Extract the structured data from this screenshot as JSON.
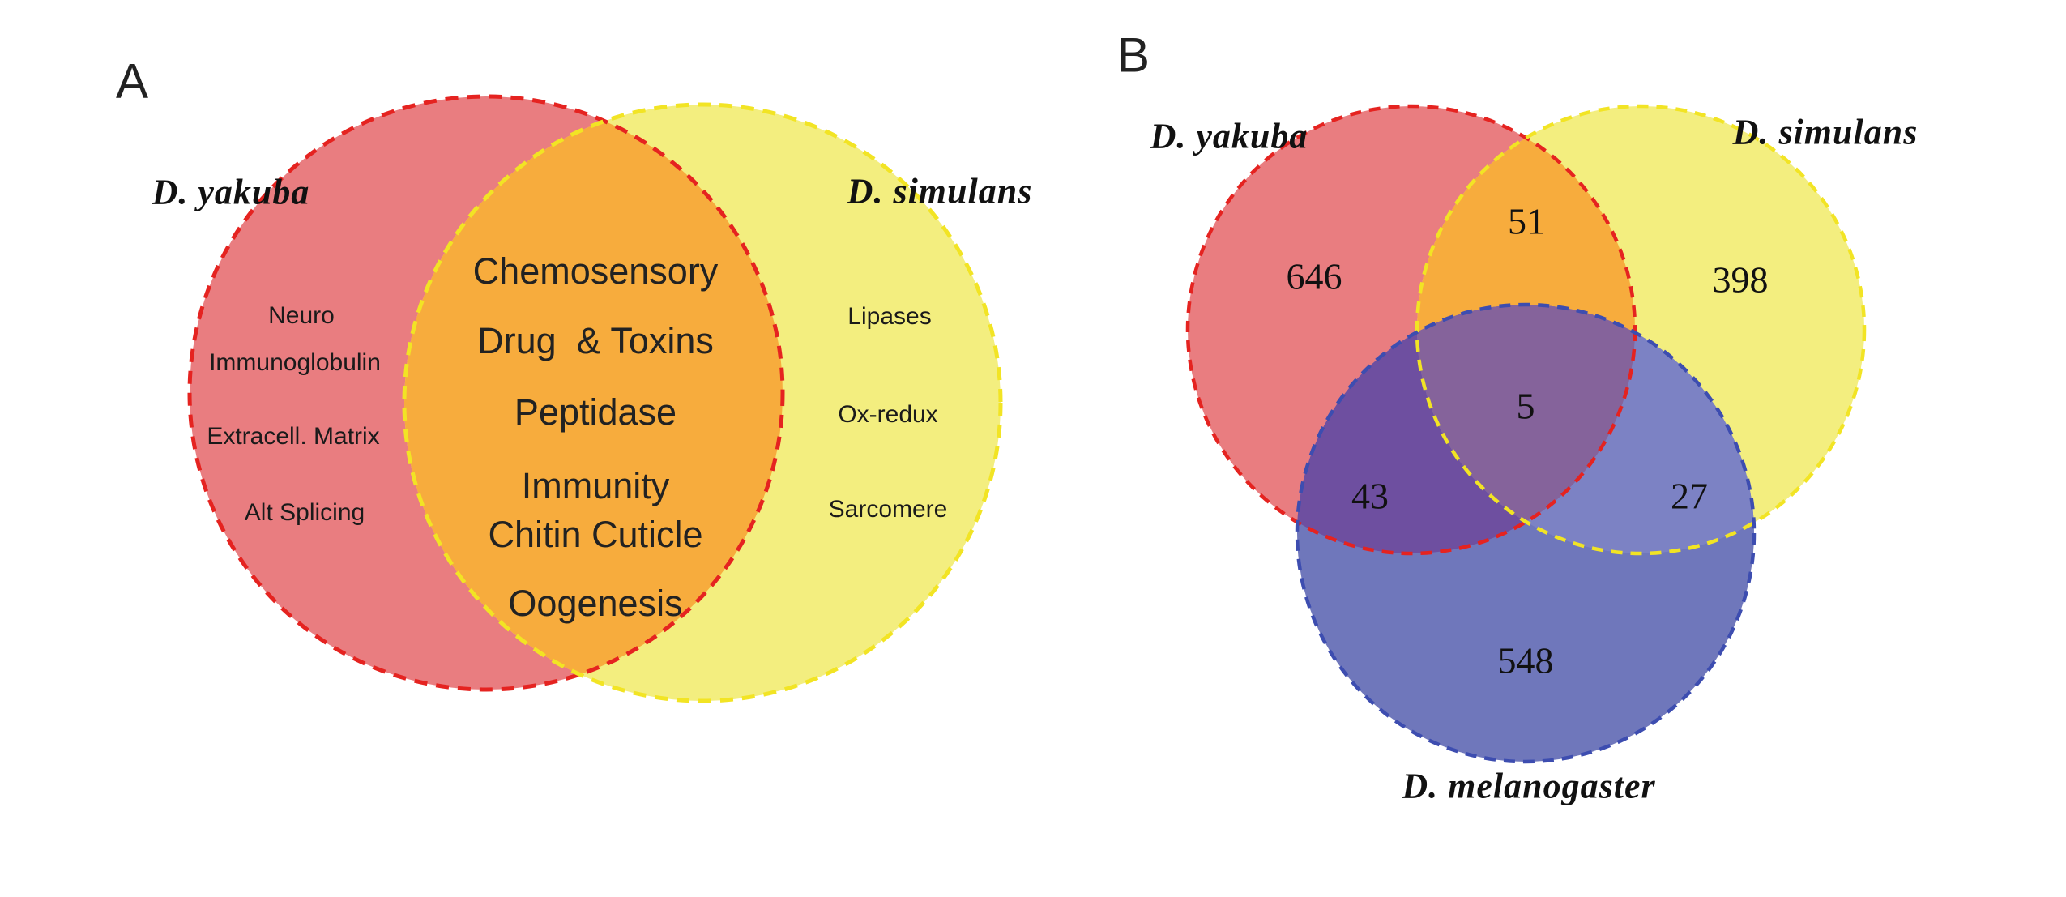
{
  "figure": {
    "panel_a": {
      "letter": "A",
      "left_circle_label": "D. yakuba",
      "right_circle_label": "D. simulans",
      "left_only": [
        "Neuro",
        "Immunoglobulin",
        "Extracell. Matrix",
        "Alt Splicing"
      ],
      "overlap": [
        "Chemosensory",
        "Drug  & Toxins",
        "Peptidase",
        "Immunity",
        "Chitin Cuticle",
        "Oogenesis"
      ],
      "right_only": [
        "Lipases",
        "Ox-redux",
        "Sarcomere"
      ]
    },
    "panel_b": {
      "letter": "B",
      "yakuba_label": "D. yakuba",
      "simulans_label": "D. simulans",
      "melanogaster_label": "D. melanogaster",
      "counts": {
        "yakuba_only": "646",
        "yakuba_and_simulans": "51",
        "simulans_only": "398",
        "all_three": "5",
        "yakuba_and_melanogaster": "43",
        "simulans_and_melanogaster": "27",
        "melanogaster_only": "548"
      }
    }
  },
  "colors": {
    "yakuba_fill": "#E97D80",
    "yakuba_border": "#E52320",
    "simulans_fill": "#F3EE7F",
    "simulans_border": "#F2E424",
    "yakuba_simulans_overlap_fill": "#F7AC3D",
    "melanogaster_fill": "#6F77BB",
    "melanogaster_border": "#3D4DB0",
    "yakuba_melanogaster_overlap_fill": "#6E4FA0",
    "simulans_melanogaster_overlap_fill": "#7C82C4",
    "all_three_overlap_fill": "#85639B",
    "text": "#1A1A1A"
  },
  "chart_data": [
    {
      "type": "venn",
      "title": "Panel A: shared and species-specific gene families between D. yakuba and D. simulans",
      "sets": [
        "D. yakuba",
        "D. simulans"
      ],
      "regions": {
        "D. yakuba only": [
          "Neuro",
          "Immunoglobulin",
          "Extracell. Matrix",
          "Alt Splicing"
        ],
        "intersection": [
          "Chemosensory",
          "Drug  & Toxins",
          "Peptidase",
          "Immunity",
          "Chitin Cuticle",
          "Oogenesis"
        ],
        "D. simulans only": [
          "Lipases",
          "Ox-redux",
          "Sarcomere"
        ]
      }
    },
    {
      "type": "venn",
      "title": "Panel B: gene counts among D. yakuba, D. simulans and D. melanogaster",
      "sets": [
        "D. yakuba",
        "D. simulans",
        "D. melanogaster"
      ],
      "regions": {
        "D. yakuba only": 646,
        "D. yakuba ∩ D. simulans": 51,
        "D. simulans only": 398,
        "D. yakuba ∩ D. simulans ∩ D. melanogaster": 5,
        "D. yakuba ∩ D. melanogaster": 43,
        "D. simulans ∩ D. melanogaster": 27,
        "D. melanogaster only": 548
      }
    }
  ]
}
